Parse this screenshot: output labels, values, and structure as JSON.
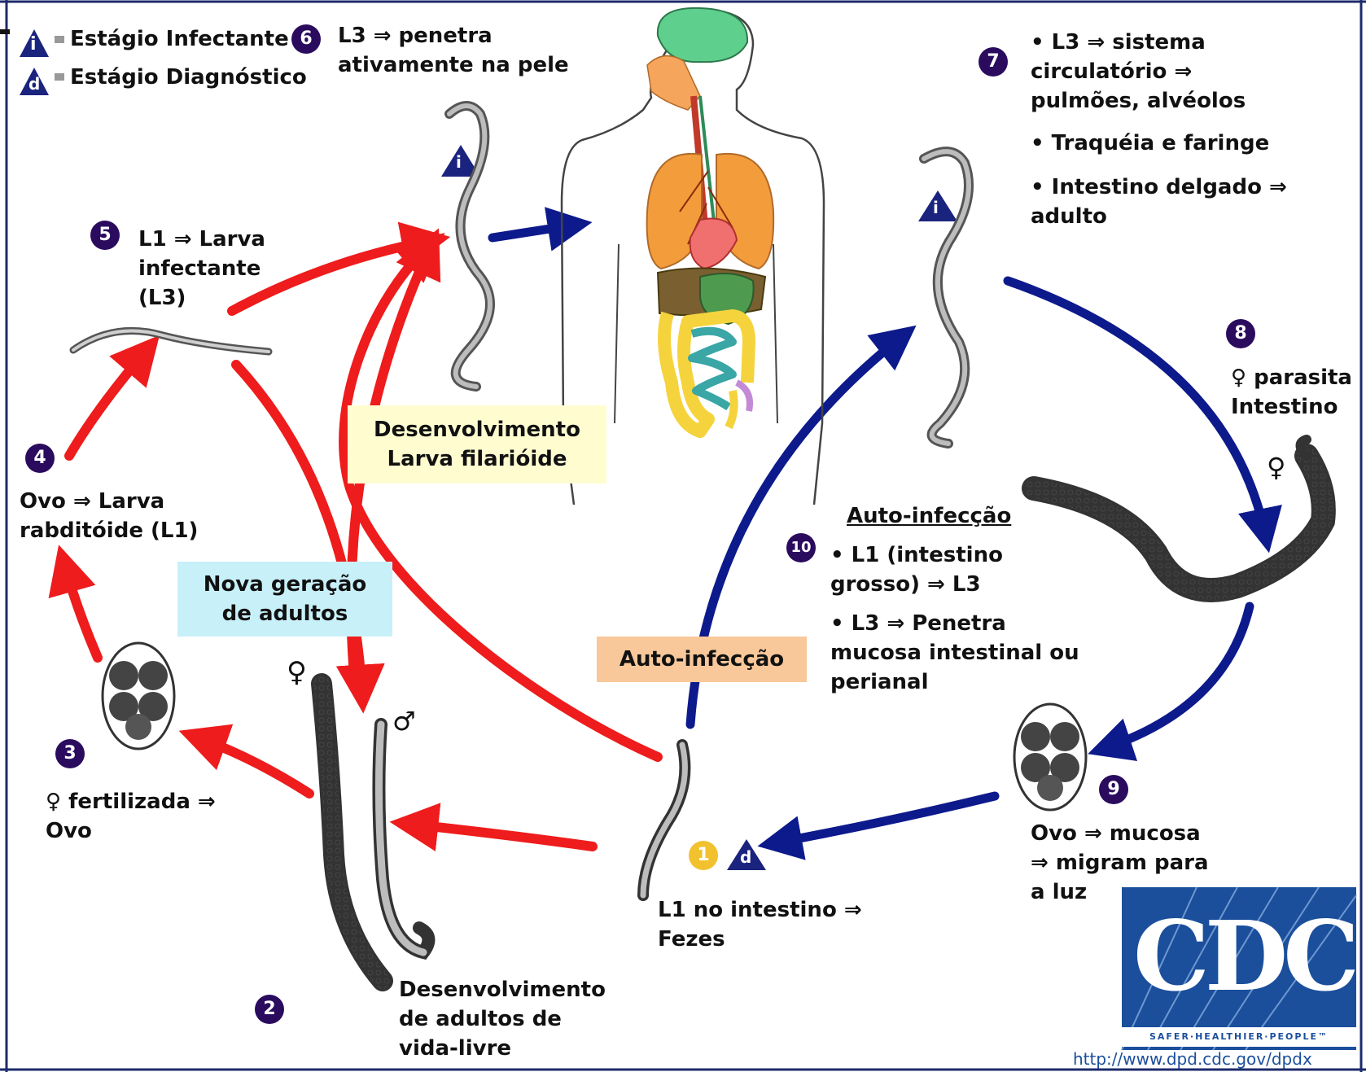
{
  "legend": {
    "infective_symbol": "i",
    "infective_label": "Estágio Infectante",
    "diagnostic_symbol": "d",
    "diagnostic_label": "Estágio Diagnóstico"
  },
  "steps": {
    "s1": {
      "num": "1",
      "lines": [
        "L1 no intestino ⇒",
        "Fezes"
      ]
    },
    "s2": {
      "num": "2",
      "lines": [
        "Desenvolvimento",
        "de adultos de",
        "vida-livre"
      ]
    },
    "s3": {
      "num": "3",
      "lines": [
        "♀ fertilizada ⇒",
        "Ovo"
      ]
    },
    "s4": {
      "num": "4",
      "lines": [
        "Ovo ⇒ Larva",
        "rabditóide (L1)"
      ]
    },
    "s5": {
      "num": "5",
      "lines": [
        "L1 ⇒ Larva",
        "infectante",
        "(L3)"
      ]
    },
    "s6": {
      "num": "6",
      "lines": [
        "L3 ⇒ penetra",
        "ativamente na pele"
      ]
    },
    "s7": {
      "num": "7",
      "lines": [
        "• L3 ⇒ sistema",
        "circulatório ⇒",
        "pulmões, alvéolos",
        "• Traquéia e faringe",
        "• Intestino delgado ⇒",
        "adulto"
      ]
    },
    "s8": {
      "num": "8",
      "lines": [
        "♀ parasita",
        "Intestino"
      ]
    },
    "s9": {
      "num": "9",
      "lines": [
        "Ovo ⇒ mucosa",
        "⇒ migram para",
        "a luz"
      ]
    },
    "s10": {
      "num": "10",
      "title": "Auto-infecção",
      "lines": [
        "• L1 (intestino",
        "grosso) ⇒ L3",
        "• L3 ⇒ Penetra",
        "mucosa intestinal ou",
        "perianal"
      ]
    }
  },
  "boxes": {
    "filariform": [
      "Desenvolvimento",
      "Larva filarióide"
    ],
    "new_generation": [
      "Nova geração",
      "de adultos"
    ],
    "autoinfection": "Auto-infecção"
  },
  "sex_symbols": {
    "female": "♀",
    "male": "♂"
  },
  "logo": {
    "text": "CDC",
    "tagline": "SAFER·HEALTHIER·PEOPLE™",
    "url": "http://www.dpd.cdc.gov/dpdx"
  },
  "colors": {
    "red_arrow": "#ee1c1c",
    "blue_arrow": "#0d1a8c",
    "badge": "#2a0b5e",
    "diag_badge": "#f2c12e",
    "cdc_blue": "#1b4f9c"
  }
}
